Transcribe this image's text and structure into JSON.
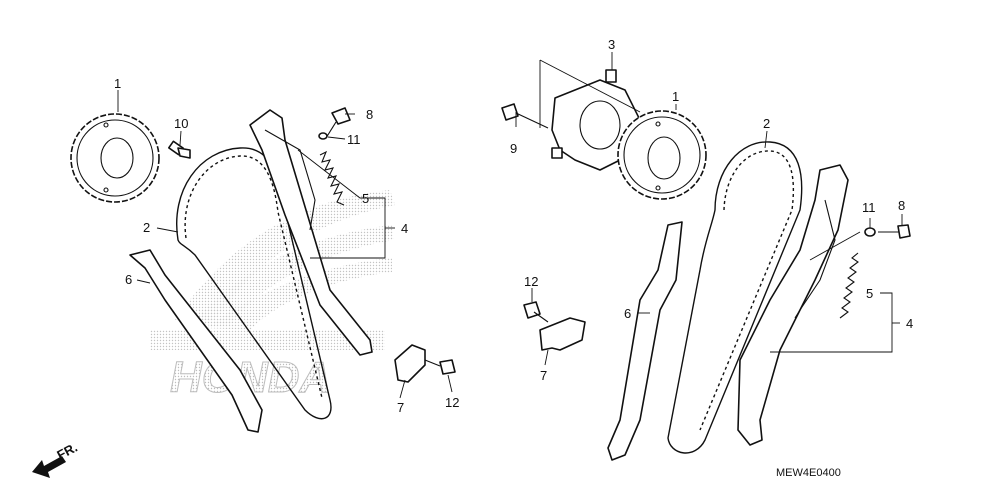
{
  "watermark": {
    "text": "HONDA",
    "color": "#c9c9c9"
  },
  "direction_label": "FR.",
  "drawing_code": "MEW4E0400",
  "callouts_left": {
    "c1": "1",
    "c10": "10",
    "c2": "2",
    "c6": "6",
    "c8": "8",
    "c11": "11",
    "c5": "5",
    "c4": "4",
    "c7": "7",
    "c12": "12"
  },
  "callouts_right": {
    "c3": "3",
    "c1": "1",
    "c9": "9",
    "c2": "2",
    "c11": "11",
    "c8": "8",
    "c12": "12",
    "c6": "6",
    "c5": "5",
    "c4": "4",
    "c7": "7"
  },
  "colors": {
    "line": "#111111",
    "paper": "#ffffff",
    "watermark": "#c9c9c9"
  }
}
